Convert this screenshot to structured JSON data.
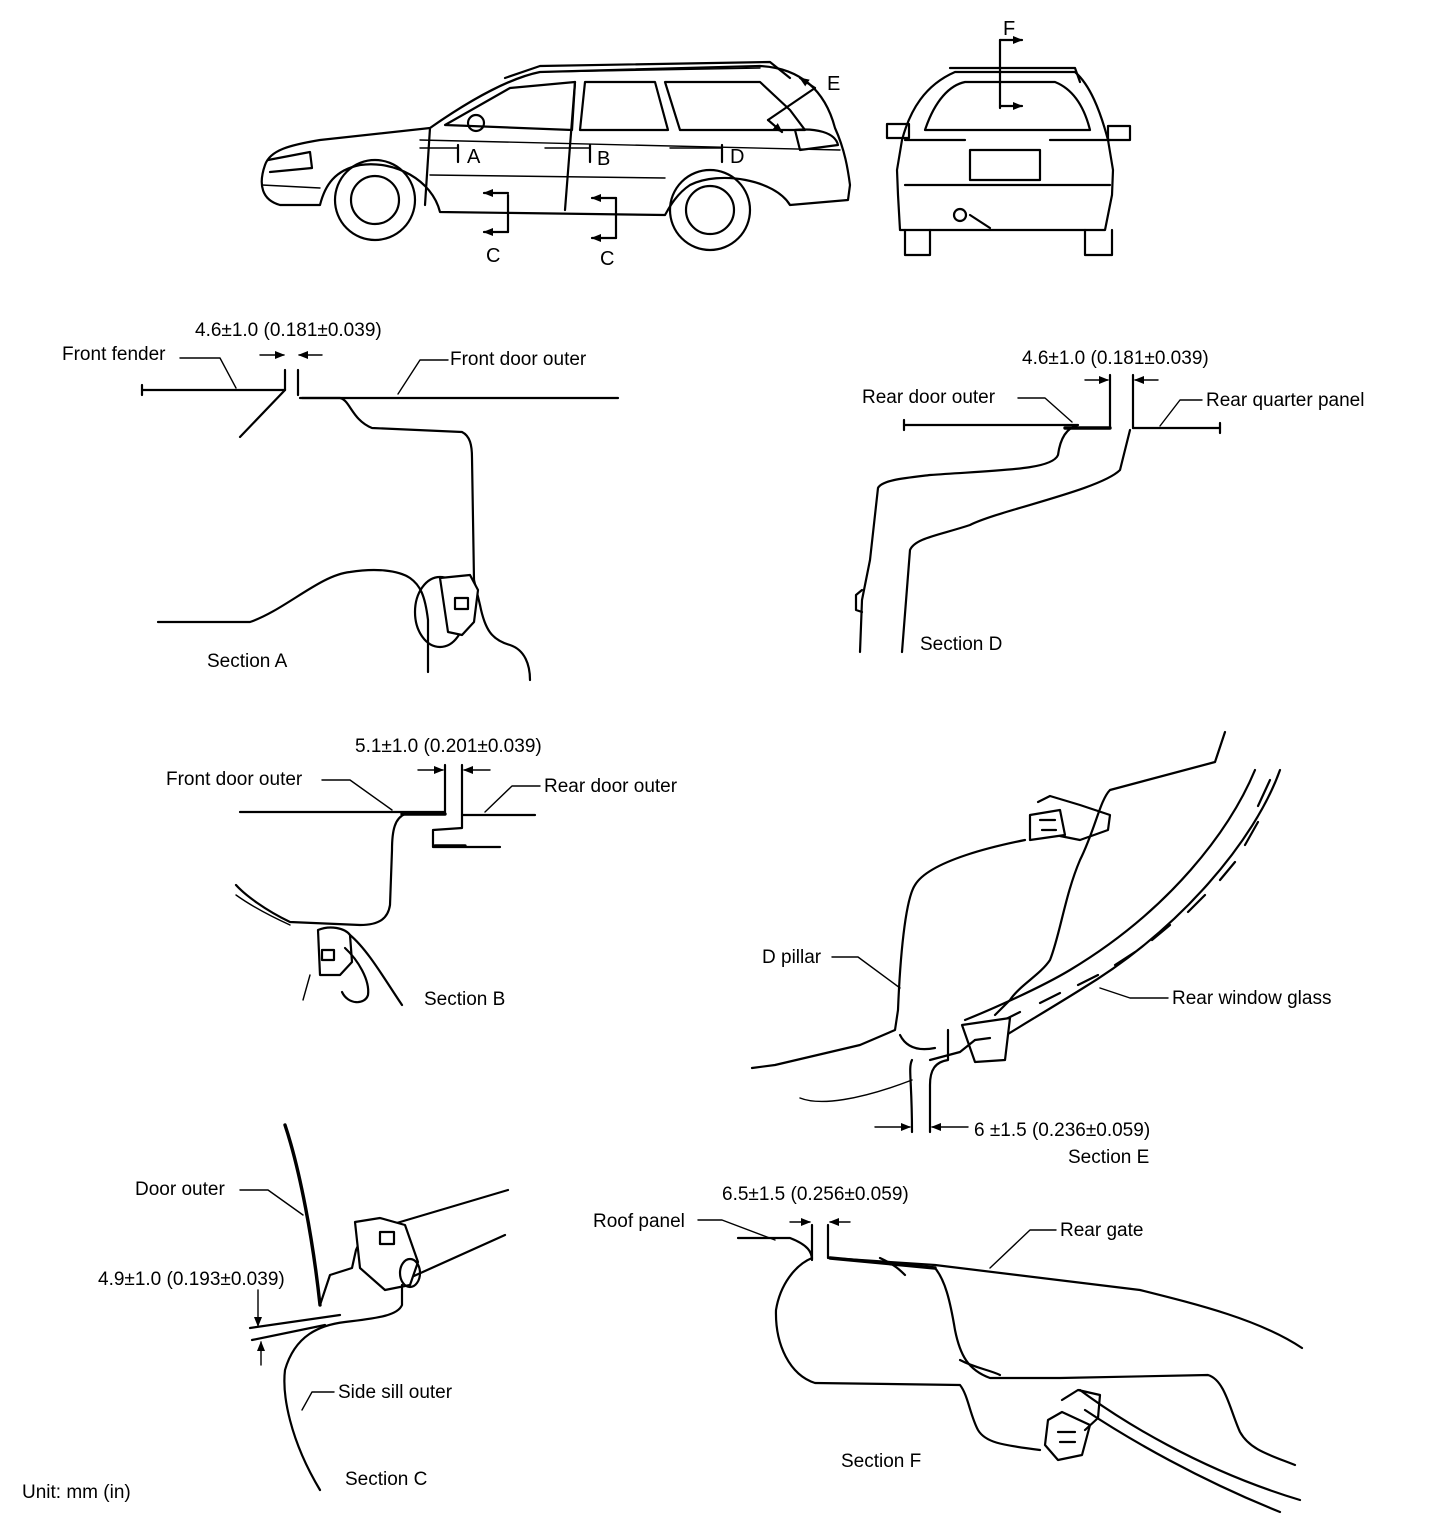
{
  "overview": {
    "side_view_markers": [
      "A",
      "B",
      "C",
      "C",
      "D",
      "E"
    ],
    "rear_view_marker": "F"
  },
  "section_a": {
    "title": "Section A",
    "dimension": "4.6±1.0 (0.181±0.039)",
    "labels": [
      "Front fender",
      "Front door outer"
    ]
  },
  "section_b": {
    "title": "Section B",
    "dimension": "5.1±1.0 (0.201±0.039)",
    "labels": [
      "Front door outer",
      "Rear door outer"
    ]
  },
  "section_c": {
    "title": "Section C",
    "dimension": "4.9±1.0 (0.193±0.039)",
    "labels": [
      "Door outer",
      "Side sill outer"
    ]
  },
  "section_d": {
    "title": "Section D",
    "dimension": "4.6±1.0 (0.181±0.039)",
    "labels": [
      "Rear door outer",
      "Rear quarter panel"
    ]
  },
  "section_e": {
    "title": "Section E",
    "dimension": "6 ±1.5 (0.236±0.059)",
    "labels": [
      "D pillar",
      "Rear window glass"
    ]
  },
  "section_f": {
    "title": "Section F",
    "dimension": "6.5±1.5 (0.256±0.059)",
    "labels": [
      "Roof panel",
      "Rear gate"
    ]
  },
  "unit_note": "Unit: mm (in)"
}
